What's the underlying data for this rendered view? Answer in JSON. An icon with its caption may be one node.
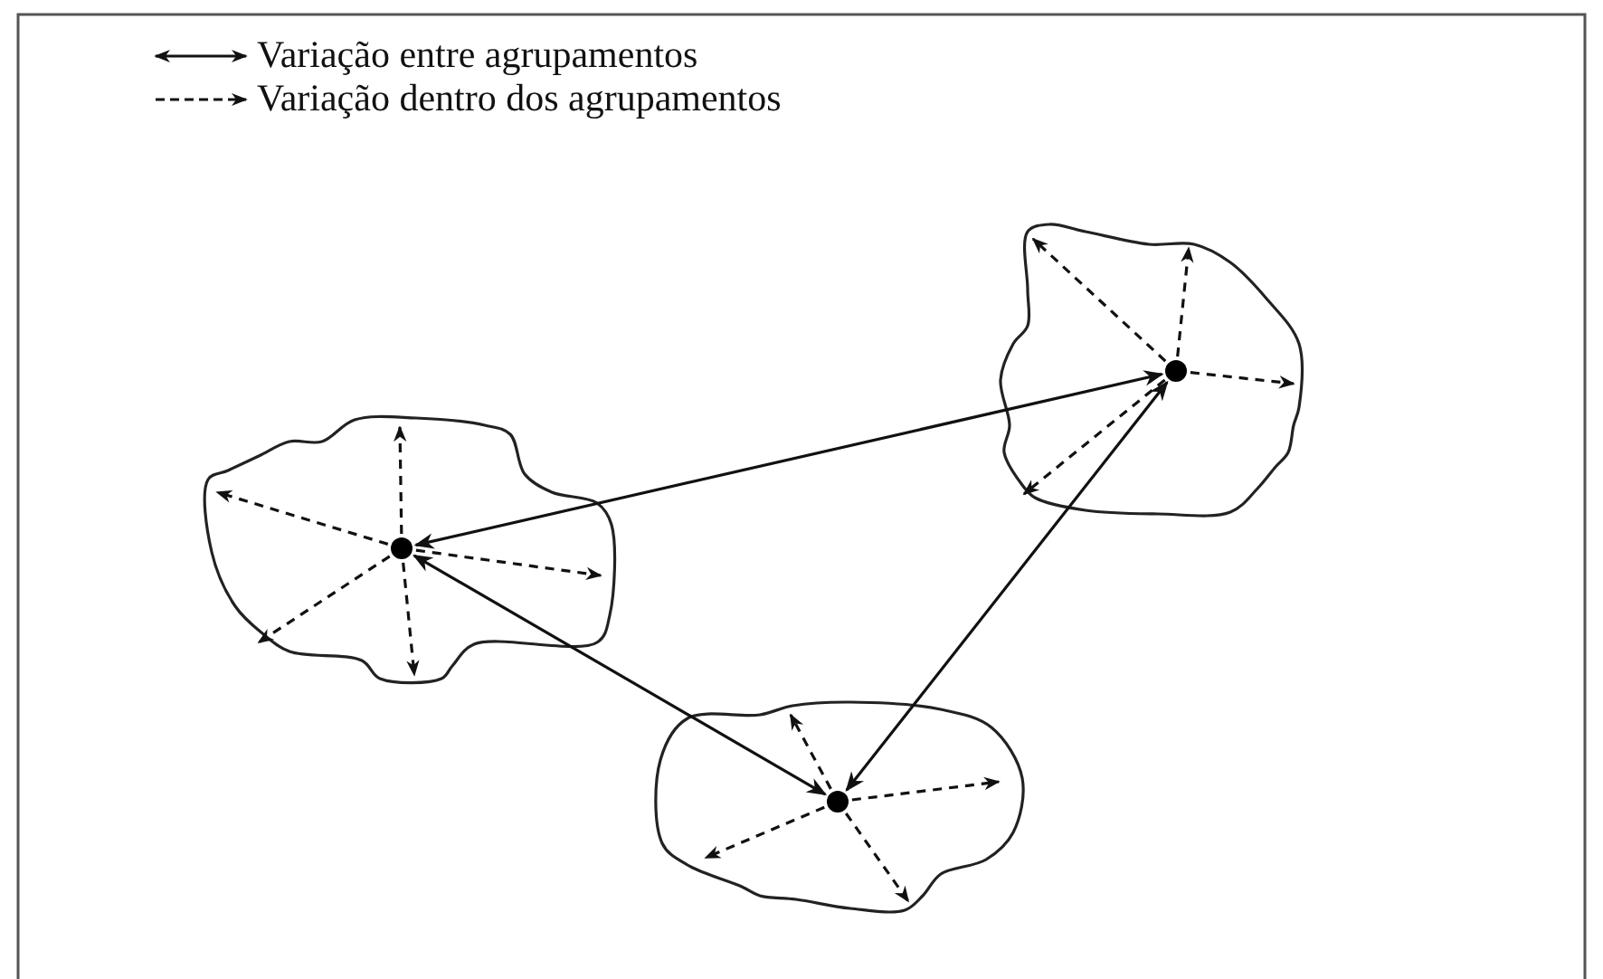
{
  "diagram": {
    "nodes": [
      {
        "text": [],
        "shape": "cloud"
      },
      {
        "text": [],
        "shape": "circle",
        "in": 0
      },
      {
        "text": [],
        "shape": "cloud"
      },
      {
        "text": [],
        "shape": "circle",
        "in": 2
      },
      {
        "text": [],
        "shape": "cloud"
      },
      {
        "text": [],
        "shape": "circle",
        "in": 4
      }
    ],
    "edges": [
      {
        "from": 1,
        "to": 3,
        "arrow": "both"
      },
      {
        "from": 1,
        "to": 5,
        "arrow": "both"
      },
      {
        "from": 5,
        "to": 3,
        "arrow": "both"
      },
      {
        "from": 1,
        "to": null,
        "arrow": "to",
        "style": "dashed"
      },
      {
        "from": 1,
        "to": null,
        "arrow": "to",
        "style": "dashed"
      },
      {
        "from": 1,
        "to": null,
        "arrow": "to",
        "style": "dashed"
      },
      {
        "from": 1,
        "to": null,
        "arrow": "to",
        "style": "dashed"
      },
      {
        "from": 1,
        "to": null,
        "arrow": "to",
        "style": "dashed"
      },
      {
        "from": 3,
        "to": null,
        "arrow": "to",
        "style": "dashed"
      },
      {
        "from": 3,
        "to": null,
        "arrow": "to",
        "style": "dashed"
      },
      {
        "from": 3,
        "to": null,
        "arrow": "to",
        "style": "dashed"
      },
      {
        "from": 3,
        "to": null,
        "arrow": "to",
        "style": "dashed"
      },
      {
        "from": 5,
        "to": null,
        "arrow": "to",
        "style": "dashed"
      },
      {
        "from": 5,
        "to": null,
        "arrow": "to",
        "style": "dashed"
      },
      {
        "from": 5,
        "to": null,
        "arrow": "to",
        "style": "dashed"
      },
      {
        "from": 5,
        "to": null,
        "arrow": "to",
        "style": "dashed"
      }
    ],
    "legend": [
      {
        "text": "Variação entre agrupamentos"
      },
      {
        "text": "Variação dentro dos agrupamentos"
      }
    ]
  }
}
